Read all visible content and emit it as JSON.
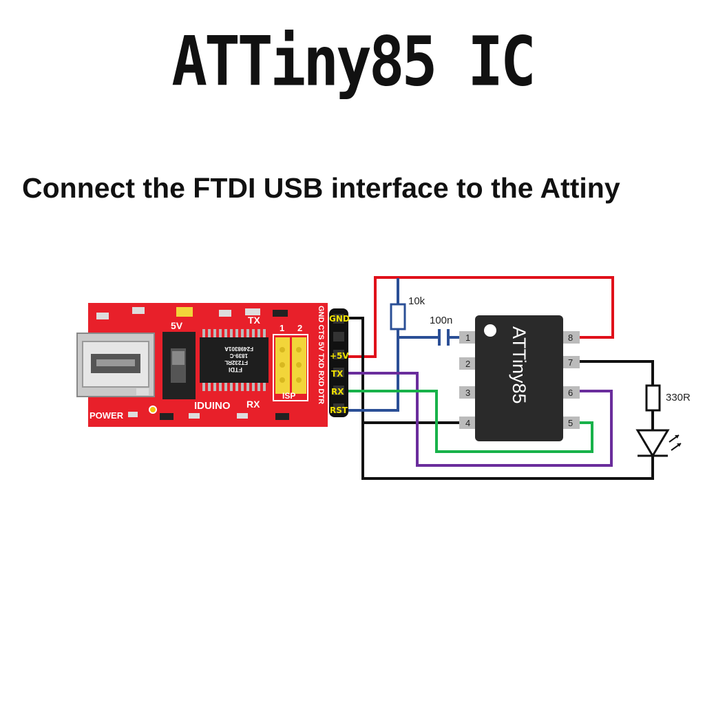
{
  "title": "ATTiny85 IC",
  "subtitle": "Connect the FTDI USB interface to the Attiny",
  "board": {
    "header_labels": [
      "GND",
      "+5V",
      "TX",
      "RX",
      "RST"
    ],
    "vertical_silk": "GND CTS 5V TXD RXD DTR",
    "silk_5v": "5V",
    "silk_tx": "TX",
    "silk_rx": "RX",
    "silk_iduino": "IDUINO",
    "silk_power": "POWER",
    "silk_isp": "ISP",
    "silk_jumper_1": "1",
    "silk_jumper_2": "2",
    "chip_text": [
      "FTDI",
      "FT232RL",
      "1839-C",
      "F2498301A"
    ]
  },
  "components": {
    "resistor_pullup": "10k",
    "capacitor": "100n",
    "resistor_led": "330R"
  },
  "ic": {
    "label": "ATTiny85",
    "pins": [
      "1",
      "2",
      "3",
      "4",
      "5",
      "6",
      "7",
      "8"
    ]
  },
  "colors": {
    "vcc": "#e0101a",
    "gnd": "#111111",
    "reset": "#2b4f96",
    "tx": "#6a2d9c",
    "rx": "#18b24a",
    "board": "#e8202a"
  }
}
